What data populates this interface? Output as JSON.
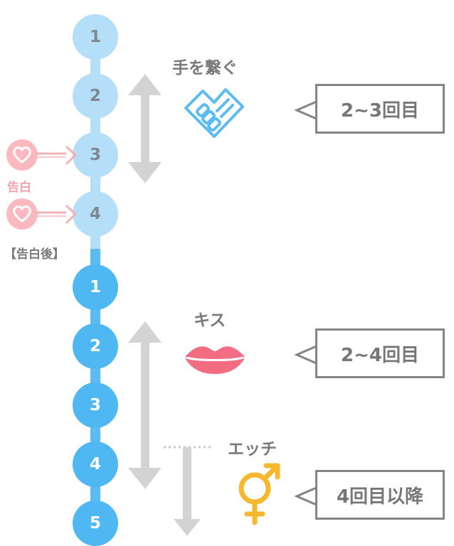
{
  "phase1": {
    "steps": [
      "1",
      "2",
      "3",
      "4"
    ]
  },
  "phase2": {
    "steps": [
      "1",
      "2",
      "3",
      "4",
      "5"
    ]
  },
  "confession": {
    "label": "告白",
    "after_label": "【告白後】"
  },
  "milestones": [
    {
      "label": "手を繋ぐ",
      "icon": "handshake-heart-icon",
      "callout": "2~3回目"
    },
    {
      "label": "キス",
      "icon": "lips-icon",
      "callout": "2~4回目"
    },
    {
      "label": "エッチ",
      "icon": "gender-symbol-icon",
      "callout": "4回目以降"
    }
  ],
  "colors": {
    "phase1": "#b5def8",
    "phase2": "#4fb8f2",
    "heart": "#f9b9bf",
    "lips": "#f26d82",
    "symbol": "#f5b82e",
    "handshake": "#5bbcf3",
    "arrow": "#d3d3d3"
  }
}
